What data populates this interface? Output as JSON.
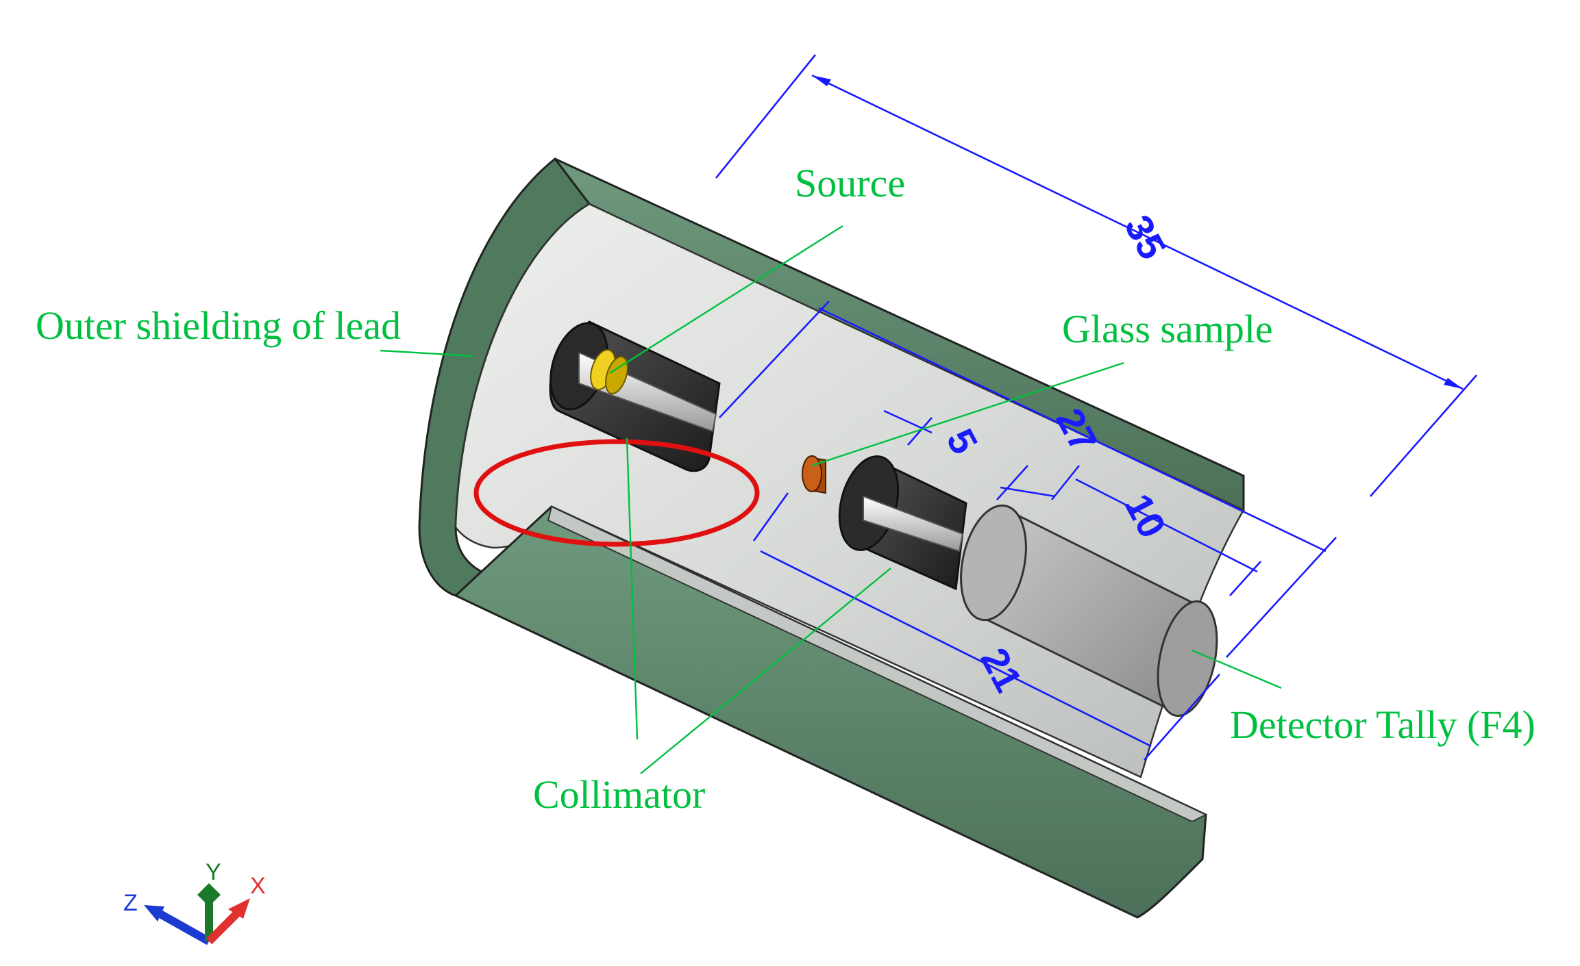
{
  "labels": {
    "source": "Source",
    "outer_shielding": "Outer shielding of lead",
    "glass_sample": "Glass sample",
    "collimator": "Collimator",
    "detector_tally": "Detector Tally (F4)"
  },
  "dimensions": {
    "overall_length": "35",
    "collimator_span": "27",
    "collimator_thickness": "5",
    "detector_length": "10",
    "sample_to_detector": "21"
  },
  "axes": {
    "x": "X",
    "y": "Y",
    "z": "Z"
  },
  "colors": {
    "label_green": "#00c040",
    "dimension_blue": "#1a1aff",
    "lead_green": "#5e8a6e",
    "highlight_red": "#e01010",
    "source_yellow": "#f0d020",
    "sample_orange": "#c8601a"
  }
}
